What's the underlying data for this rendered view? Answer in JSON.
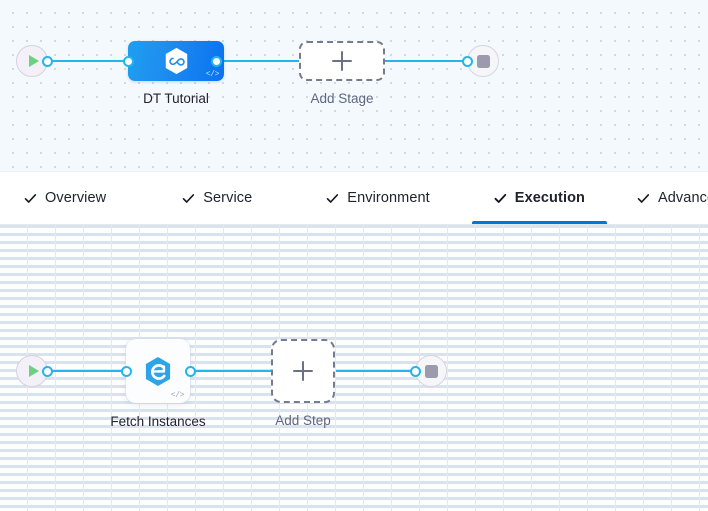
{
  "theme": {
    "edge_color": "#23b5f0",
    "accent_blue": "#0278d5",
    "stage_node_blue": "#0a72ef",
    "play_green": "#6cd07f",
    "stop_gray": "#9b9bad",
    "dashed_border": "#767b91"
  },
  "stage_canvas": {
    "name": "pipeline-stages-canvas",
    "start_node": {
      "icon": "play-icon",
      "label": ""
    },
    "stage": {
      "label": "DT Tutorial",
      "icon": "harness-hexagon-infinity-icon",
      "code_badge": "</>"
    },
    "add_stage": {
      "label": "Add Stage",
      "icon": "plus-icon"
    },
    "end_node": {
      "icon": "stop-icon",
      "label": ""
    }
  },
  "tabs": {
    "name": "stage-config-tabs",
    "items": [
      {
        "label": "Overview",
        "icon": "check-icon",
        "active": false
      },
      {
        "label": "Service",
        "icon": "check-icon",
        "active": false
      },
      {
        "label": "Environment",
        "icon": "check-icon",
        "active": false
      },
      {
        "label": "Execution",
        "icon": "check-icon",
        "active": true
      },
      {
        "label": "Advanced",
        "icon": "check-icon",
        "active": false
      }
    ]
  },
  "step_canvas": {
    "name": "execution-steps-canvas",
    "start_node": {
      "icon": "play-icon",
      "label": ""
    },
    "step": {
      "label": "Fetch Instances",
      "icon": "fetch-instances-hexagon-icon",
      "code_badge": "</>"
    },
    "add_step": {
      "label": "Add Step",
      "icon": "plus-icon"
    },
    "end_node": {
      "icon": "stop-icon",
      "label": ""
    }
  }
}
